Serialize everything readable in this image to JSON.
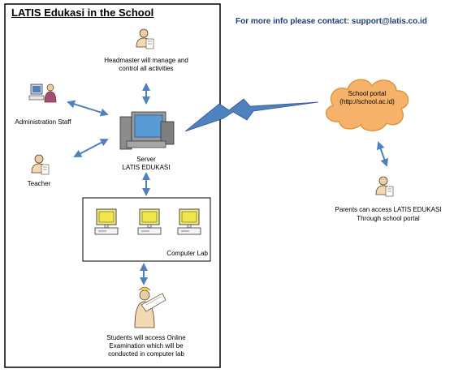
{
  "school_box": {
    "title": "LATIS Edukasi in the School"
  },
  "contact": {
    "text": "For more info please contact: support@latis.co.id"
  },
  "nodes": {
    "headmaster": {
      "label": "Headmaster will manage and control all activities"
    },
    "admin": {
      "label": "Administration Staff"
    },
    "teacher": {
      "label": "Teacher"
    },
    "server": {
      "label_line1": "Server",
      "label_line2": "LATIS EDUKASI"
    },
    "computer_lab": {
      "label": "Computer Lab"
    },
    "students": {
      "label": "Students will access  Online Examination which will be conducted in computer lab"
    },
    "portal": {
      "label_line1": "School portal",
      "label_line2": "(http://school.ac.id)"
    },
    "parents": {
      "label_line1": "Parents can access  LATIS EDUKASI",
      "label_line2": "Through school portal"
    }
  },
  "colors": {
    "arrow": "#4f81bd",
    "lightning": "#4f81bd",
    "cloud": "#f6b26b",
    "cloud_stroke": "#d98c2b",
    "monitor": "#f2e64a",
    "contact_text": "#1f3f7a"
  },
  "icons": [
    "person-icon",
    "admin-computer-icon",
    "server-icon",
    "lab-computer-icon",
    "student-icon",
    "cloud-icon",
    "lightning-icon"
  ]
}
